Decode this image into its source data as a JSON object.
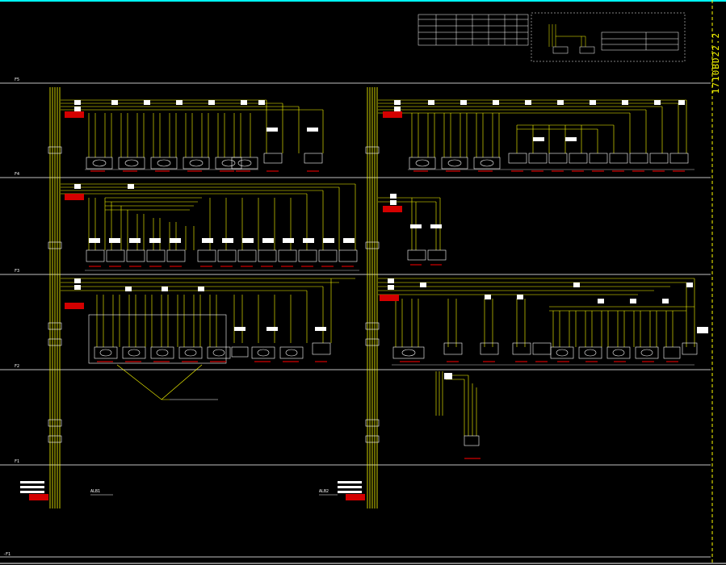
{
  "drawing": {
    "number": "1710BD22.2",
    "floor_marks": [
      "F5",
      "F4",
      "F3",
      "F2",
      "F1"
    ],
    "bottom_mark": "-F1",
    "colors": {
      "background": "#000000",
      "wire": "#ffff00",
      "line": "#ffffff",
      "tag": "#d40000",
      "frame": "#00ffff"
    }
  },
  "notes": {
    "left_bottom": "ALB1",
    "right_bottom": "ALB2"
  }
}
